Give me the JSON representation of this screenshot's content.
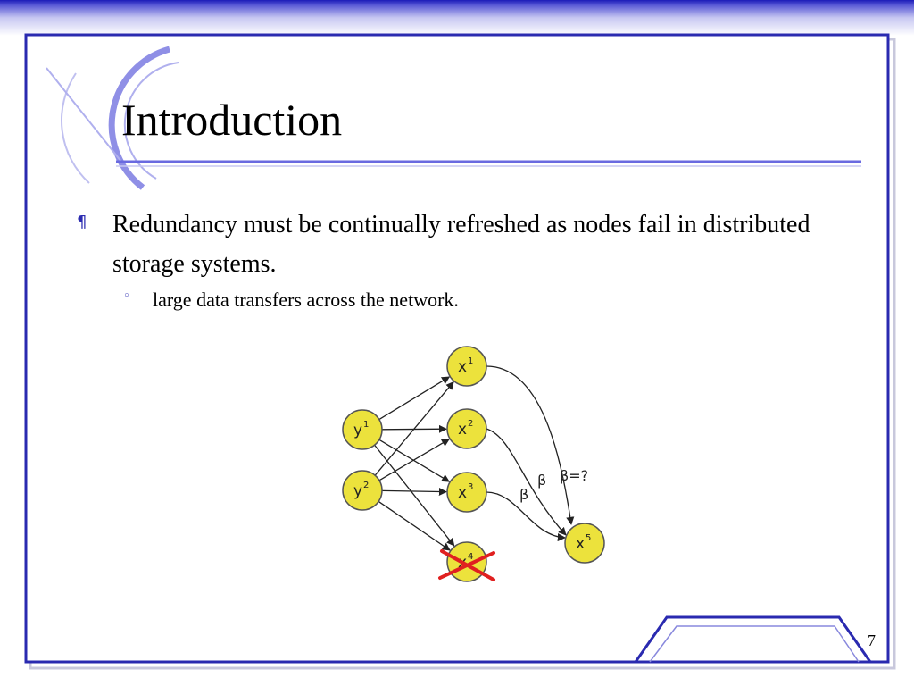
{
  "slide": {
    "title": "Introduction",
    "bullets": [
      {
        "text": "Redundancy must be continually refreshed as nodes fail in distributed storage systems.",
        "sub_bullets": [
          {
            "text": "large data transfers across the network."
          }
        ]
      }
    ],
    "page_number": "7",
    "colors": {
      "frame": "#2a2ab0",
      "accent": "#6a6ae0",
      "node_fill": "#ece23c",
      "node_stroke": "#555555",
      "failed_mark": "#e02020"
    }
  },
  "diagram": {
    "nodes": [
      {
        "id": "y1",
        "base": "y",
        "sup": "1",
        "failed": false
      },
      {
        "id": "y2",
        "base": "y",
        "sup": "2",
        "failed": false
      },
      {
        "id": "x1",
        "base": "x",
        "sup": "1",
        "failed": false
      },
      {
        "id": "x2",
        "base": "x",
        "sup": "2",
        "failed": false
      },
      {
        "id": "x3",
        "base": "x",
        "sup": "3",
        "failed": false
      },
      {
        "id": "x4",
        "base": "x",
        "sup": "4",
        "failed": true
      },
      {
        "id": "x5",
        "base": "x",
        "sup": "5",
        "failed": false
      }
    ],
    "edges": [
      {
        "from": "y1",
        "to": "x1"
      },
      {
        "from": "y1",
        "to": "x2"
      },
      {
        "from": "y1",
        "to": "x3"
      },
      {
        "from": "y1",
        "to": "x4"
      },
      {
        "from": "y2",
        "to": "x1"
      },
      {
        "from": "y2",
        "to": "x2"
      },
      {
        "from": "y2",
        "to": "x3"
      },
      {
        "from": "y2",
        "to": "x4"
      },
      {
        "from": "x1",
        "to": "x5",
        "label": "β=?"
      },
      {
        "from": "x2",
        "to": "x5",
        "label": "β"
      },
      {
        "from": "x3",
        "to": "x5",
        "label": "β"
      }
    ]
  }
}
